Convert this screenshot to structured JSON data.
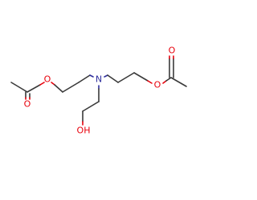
{
  "molecule": {
    "atoms": {
      "n1": {
        "label": "N",
        "color": "#2f2f9e"
      },
      "o_ester_left": {
        "label": "O",
        "color": "#e8000b"
      },
      "o_carbonyl_left": {
        "label": "O",
        "color": "#e8000b"
      },
      "o_ester_right": {
        "label": "O",
        "color": "#e8000b"
      },
      "o_carbonyl_right": {
        "label": "O",
        "color": "#e8000b"
      },
      "o_hydroxyl": {
        "label": "OH",
        "color": "#e8000b"
      }
    },
    "bond_color": "#3a3a3a"
  }
}
